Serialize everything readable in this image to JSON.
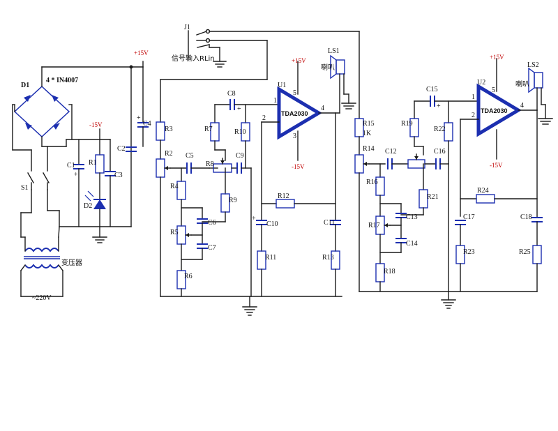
{
  "colors": {
    "wire": "#1a1a1a",
    "component": "#1c2fb0",
    "supply_label": "#c00000",
    "background": "#ffffff"
  },
  "power_supply": {
    "bridge": "D1",
    "bridge_note": "4 * IN4007",
    "switch": "S1",
    "cap_c1": "C1",
    "cap_c2": "C2",
    "cap_c3": "C3",
    "cap_c4": "C4",
    "res_r1": "R1",
    "led": "D2",
    "transformer": "变压器",
    "mains": "~220V",
    "plus15": "+15V",
    "minus15": "-15V"
  },
  "input": {
    "jack": "J1",
    "label": "信号输入RLin"
  },
  "left_channel": {
    "r2": "R2",
    "r3": "R3",
    "r4": "R4",
    "r5": "R5",
    "r6": "R6",
    "r7": "R7",
    "r8": "R8",
    "r9": "R9",
    "r10": "R10",
    "r11": "R11",
    "r12": "R12",
    "r13": "R13",
    "c5": "C5",
    "c6": "C6",
    "c7": "C7",
    "c8": "C8",
    "c9": "C9",
    "c10": "C10",
    "c11": "C11",
    "amp_ref": "U1",
    "amp_part": "TDA2030",
    "speaker": "LS1",
    "speaker_label": "喇叭",
    "pin1": "1",
    "pin2": "2",
    "pin3": "3",
    "pin4": "4",
    "pin5": "5",
    "vpos": "+15V",
    "vneg": "-15V"
  },
  "right_channel": {
    "r14": "R14",
    "r15": "R15",
    "r15_value": "1K",
    "r16": "R16",
    "r17": "R17",
    "r18": "R18",
    "r19": "R19",
    "r21": "R21",
    "r22": "R22",
    "r23": "R23",
    "r24": "R24",
    "r25": "R25",
    "c12": "C12",
    "c13": "C13",
    "c14": "C14",
    "c15": "C15",
    "c16": "C16",
    "c17": "C17",
    "c18": "C18",
    "amp_ref": "U2",
    "amp_part": "TDA2030",
    "speaker": "LS2",
    "speaker_label": "喇叭",
    "pin1": "1",
    "pin2": "2",
    "pin4": "4",
    "pin5": "5",
    "vpos": "+15V",
    "vneg": "-15V"
  }
}
